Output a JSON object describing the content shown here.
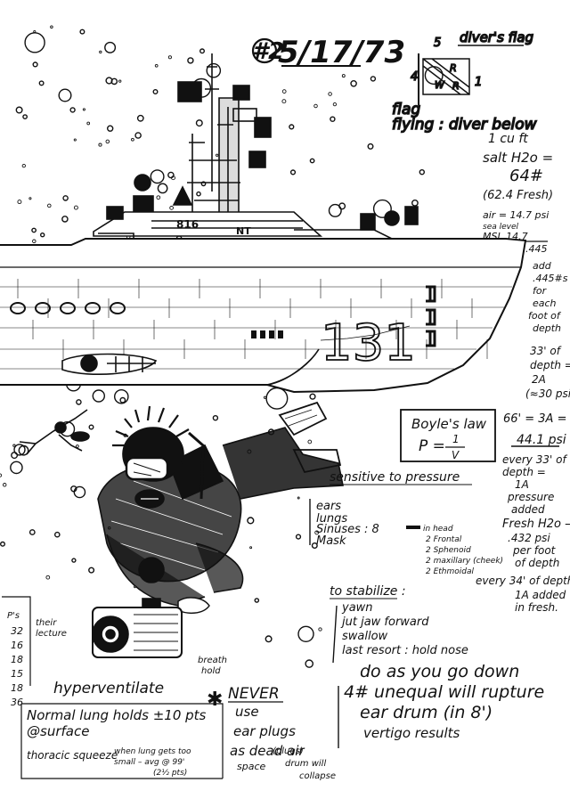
{
  "header": {
    "entry_number": "#2",
    "date": "5/17/73"
  },
  "divers_flag": {
    "title": "diver's flag",
    "number_top": "5",
    "number_left": "4",
    "number_right": "1",
    "letter_r1": "R",
    "letter_w": "W",
    "letter_r2": "R",
    "caption_line1": "flag",
    "caption_line2": "flying : diver below"
  },
  "pressure_notes": {
    "line1": "1 cu ft",
    "line2": "salt H2o =",
    "line3": "64#",
    "line4": "(62.4 Fresh)",
    "line5": "air = 14.7 psi",
    "line6": "sea level",
    "line7": "MSL 14.7",
    "line8": ".445",
    "line9": "add",
    "line10": ".445#s",
    "line11": "for",
    "line12": "each",
    "line13": "foot of",
    "line14": "depth",
    "line15": "33' of",
    "line16": "depth =",
    "line17": "2A",
    "line18": "(≈30 psi)",
    "line19": "66' = 3A =",
    "line20": "44.1 psi"
  },
  "ship": {
    "hull_number": "131",
    "tower_number": "816",
    "tower_code": "NT"
  },
  "boyles_law": {
    "title": "Boyle's law",
    "formula_left": "P =",
    "formula_top": "1",
    "formula_bottom": "V"
  },
  "sensitive_to_pressure": {
    "label": "sensitive to pressure",
    "items": [
      "ears",
      "lungs",
      "Sinuses : 8",
      "Mask"
    ],
    "sinus_list": [
      "in head",
      "2 Frontal",
      "2 Sphenoid",
      "2 maxillary (cheek)",
      "2 Ethmoidal"
    ]
  },
  "side_notes": {
    "every33": "every 33' of",
    "depth_eq": "depth =",
    "one_a": "1A",
    "pressure": "pressure",
    "added": "added",
    "fresh": "Fresh H2o –",
    "psi": ".432 psi",
    "per_foot": "per foot",
    "of_depth": "of depth",
    "every34": "every 34' of depth",
    "one_a_added": "1A added",
    "in_fresh": "in fresh."
  },
  "stabilize": {
    "title": "to stabilize :",
    "items": [
      "yawn",
      "jut jaw forward",
      "swallow",
      "last resort : hold nose"
    ],
    "note": "do as you go down",
    "warning_line1": "4# unequal will rupture",
    "warning_line2": "ear drum (in 8')",
    "warning_line3": "vertigo results"
  },
  "left_notes": {
    "header": "P's",
    "col1": [
      "32",
      "16",
      "18",
      "15",
      "18",
      "36"
    ],
    "col2_line1": "their",
    "col2_line2": "lecture",
    "hyper": "hyperventilate",
    "breath": "breath",
    "breath2": "hold",
    "lung_line1": "Normal lung holds ±10 pts",
    "lung_line2": "@surface",
    "thoracic": "thoracic squeeze",
    "thoracic_note1": "when lung gets too",
    "thoracic_note2": "small – avg @ 99'",
    "thoracic_note3": "(2½ pts)",
    "never_line1": "NEVER",
    "never_line2": "use",
    "never_line3": "ear plugs",
    "never_line4": "as dead air",
    "never_line5": "space",
    "never_line6": "(plugs)",
    "never_line7": "drum will",
    "never_line8": "collapse"
  }
}
